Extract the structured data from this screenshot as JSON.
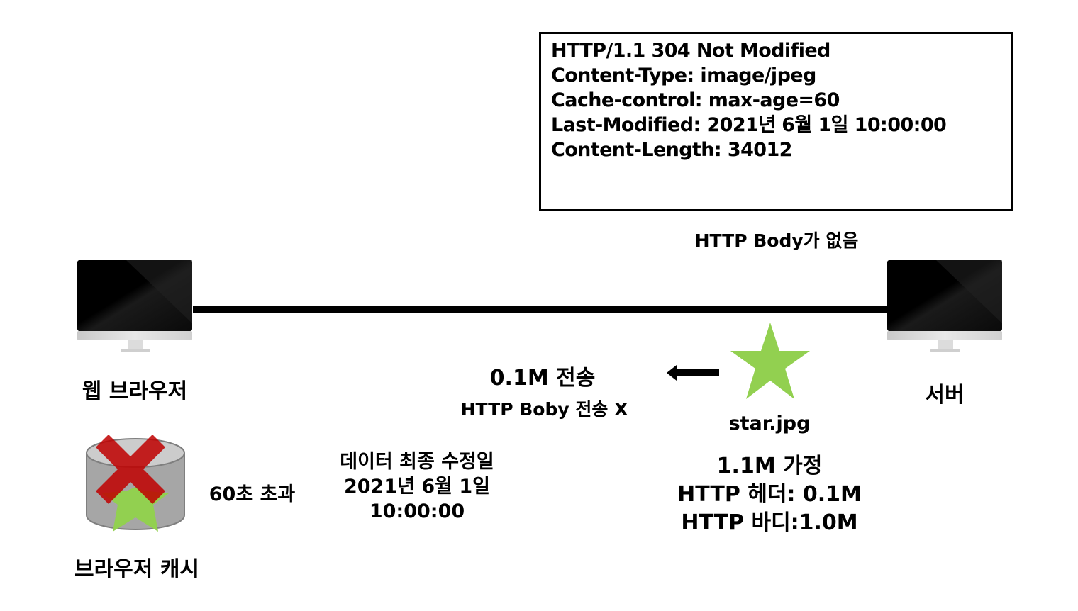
{
  "response_header": {
    "lines": [
      "HTTP/1.1 304 Not Modified",
      "Content-Type: image/jpeg",
      "Cache-control: max-age=60",
      "Last-Modified: 2021년 6월 1일 10:00:00",
      "Content-Length: 34012"
    ]
  },
  "body_note": "HTTP Body가 없음",
  "client": {
    "label": "웹 브라우저",
    "icon": "monitor-icon"
  },
  "server": {
    "label": "서버",
    "icon": "monitor-icon"
  },
  "transfer": {
    "size_label": "0.1M 전송",
    "body_label": "HTTP Boby 전송 X",
    "direction_icon": "arrow-left-icon"
  },
  "resource": {
    "icon": "star-icon",
    "filename": "star.jpg",
    "size_lines": [
      "1.1M 가정",
      "HTTP 헤더: 0.1M",
      "HTTP 바디:1.0M"
    ],
    "color": "#92d050"
  },
  "cache": {
    "label": "브라우저 캐시",
    "icon": "cylinder-cache-icon",
    "invalid_icon": "red-x-icon",
    "expired_label": "60초 초과",
    "x_color": "#c00000"
  },
  "last_modified": {
    "lines": [
      "데이터 최종 수정일",
      "2021년 6월 1일",
      "10:00:00"
    ]
  }
}
